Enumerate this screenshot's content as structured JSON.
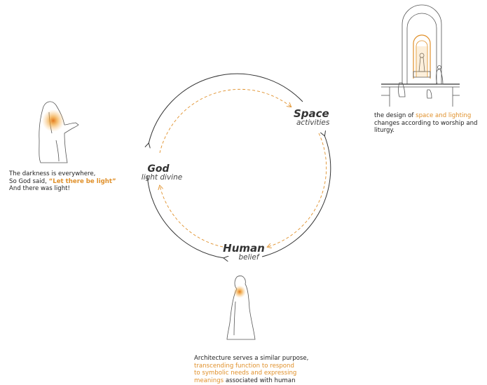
{
  "colors": {
    "accent": "#e0902a",
    "ink": "#333333",
    "glow": "#f0a030"
  },
  "nodes": {
    "space": {
      "title": "Space",
      "subtitle": "activities"
    },
    "god": {
      "title": "God",
      "subtitle": "light divine"
    },
    "human": {
      "title": "Human",
      "subtitle": "belief"
    }
  },
  "captions": {
    "left": {
      "line1": "The darkness is everywhere,",
      "line2_prefix": "So  God said, ",
      "line2_highlight": "“Let there be light”",
      "line3": "And there was light!"
    },
    "right": {
      "line1_prefix": "the design of ",
      "line1_highlight": "space and lighting",
      "line2": "changes according to worship and",
      "line3": "liturgy."
    },
    "bottom": {
      "line1": "Architecture serves a similar purpose,",
      "line2_highlight": "transcending function to respond",
      "line3_highlight": "to symbolic needs and expressing",
      "line4_highlight": "meanings",
      "line4_suffix": " associated with human"
    }
  }
}
